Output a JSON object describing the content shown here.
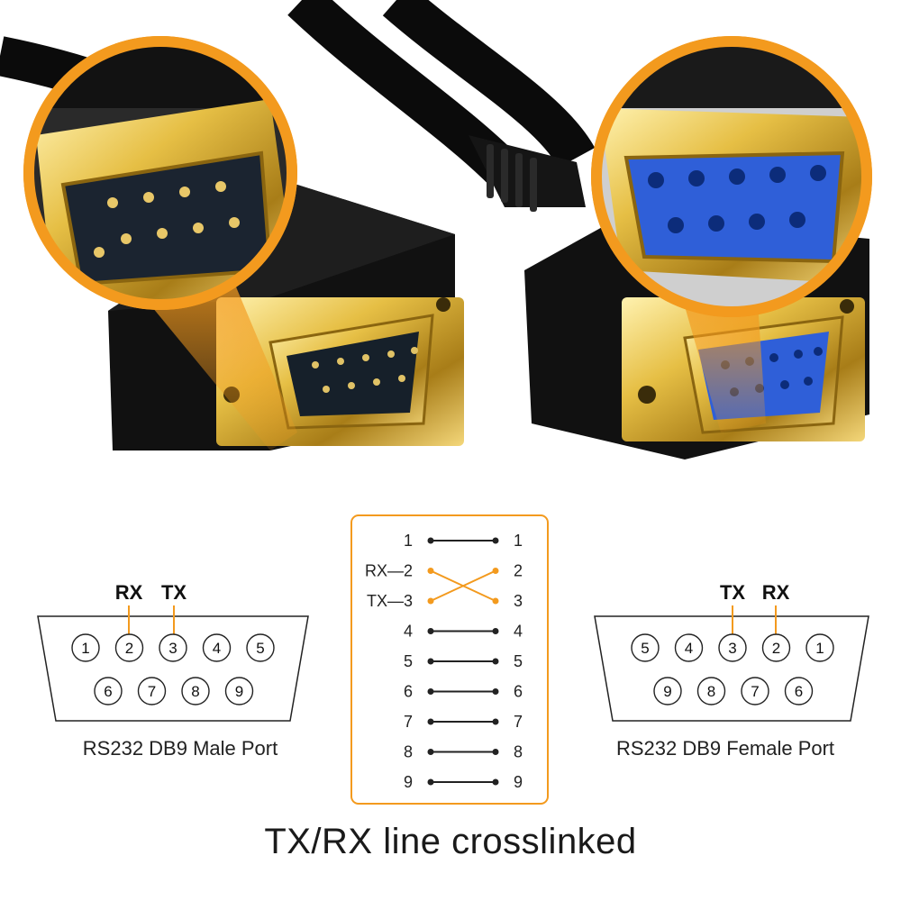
{
  "male_port": {
    "rx_label": "RX",
    "tx_label": "TX",
    "top_row": [
      "1",
      "2",
      "3",
      "4",
      "5"
    ],
    "bottom_row": [
      "6",
      "7",
      "8",
      "9"
    ],
    "caption": "RS232 DB9 Male Port"
  },
  "female_port": {
    "tx_label": "TX",
    "rx_label": "RX",
    "top_row": [
      "5",
      "4",
      "3",
      "2",
      "1"
    ],
    "bottom_row": [
      "9",
      "8",
      "7",
      "6"
    ],
    "caption": "RS232 DB9 Female Port"
  },
  "wiring": {
    "rows": [
      {
        "left": "1",
        "right": "1",
        "crossed": false
      },
      {
        "left": "RX—2",
        "right": "2",
        "crossed": true
      },
      {
        "left": "TX—3",
        "right": "3",
        "crossed": true
      },
      {
        "left": "4",
        "right": "4",
        "crossed": false
      },
      {
        "left": "5",
        "right": "5",
        "crossed": false
      },
      {
        "left": "6",
        "right": "6",
        "crossed": false
      },
      {
        "left": "7",
        "right": "7",
        "crossed": false
      },
      {
        "left": "8",
        "right": "8",
        "crossed": false
      },
      {
        "left": "9",
        "right": "9",
        "crossed": false
      }
    ],
    "accent_color": "#f39a1e",
    "line_color": "#222222"
  },
  "caption": "TX/RX line crosslinked",
  "colors": {
    "orange": "#f39a1e",
    "gold": "#d9b03a",
    "blue_insert": "#2f5fd8",
    "black_shell": "#111111"
  }
}
